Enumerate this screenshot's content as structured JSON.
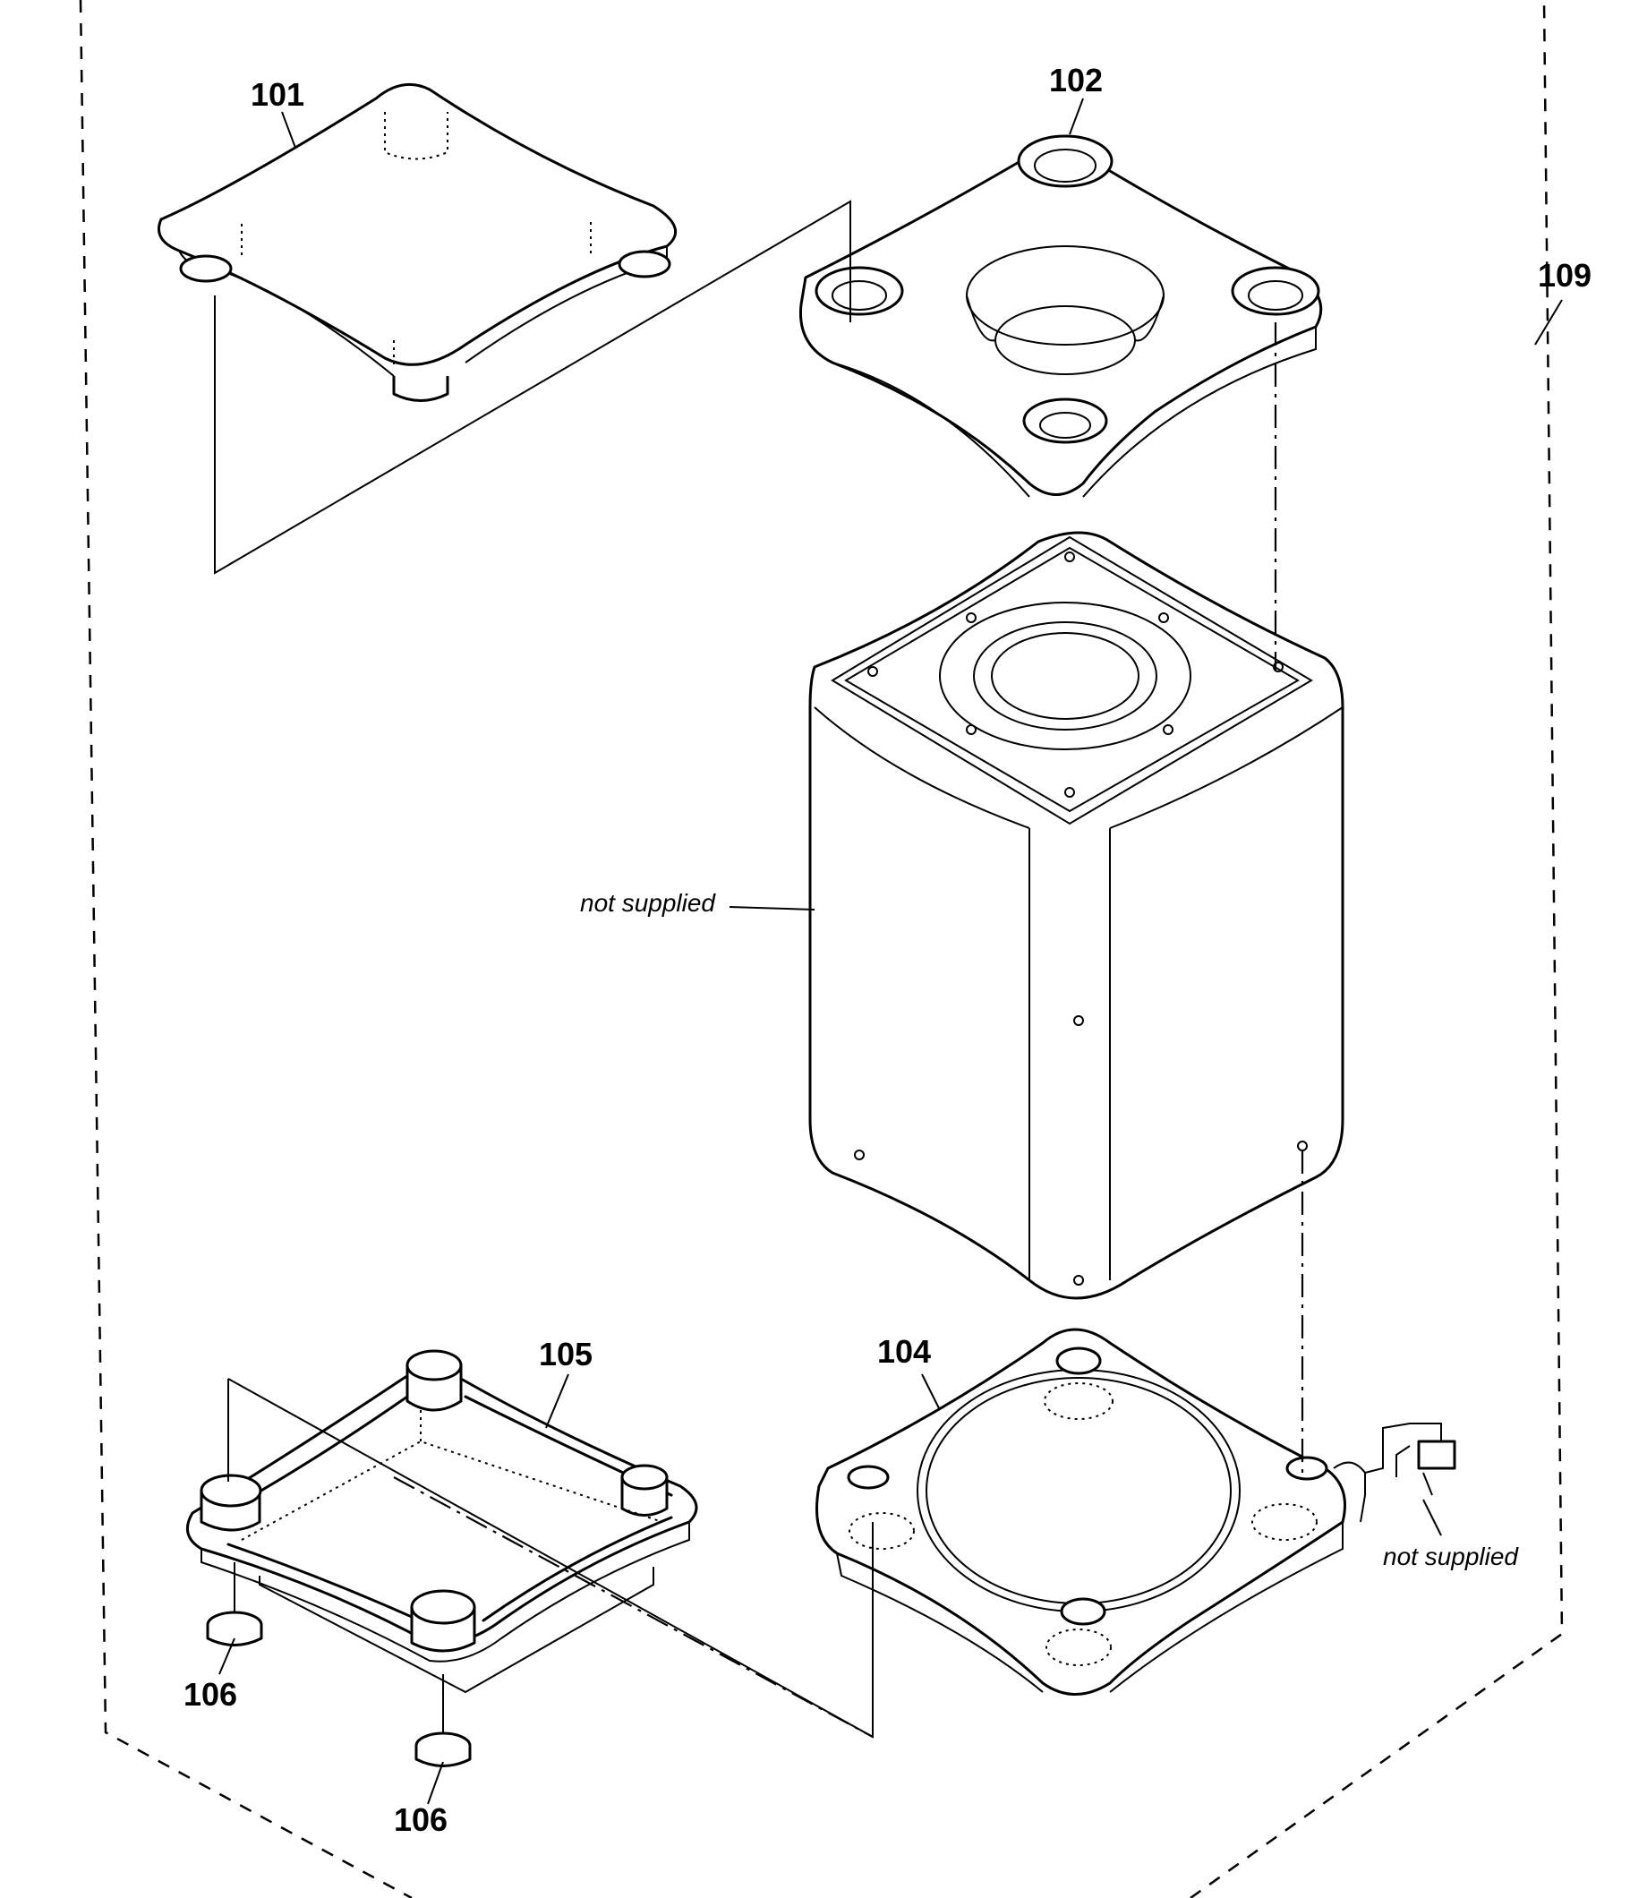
{
  "labels": {
    "p101": "101",
    "p102": "102",
    "p104": "104",
    "p105": "105",
    "p106a": "106",
    "p106b": "106",
    "p109": "109"
  },
  "notes": {
    "cabinet": "not supplied",
    "connector": "not supplied"
  }
}
